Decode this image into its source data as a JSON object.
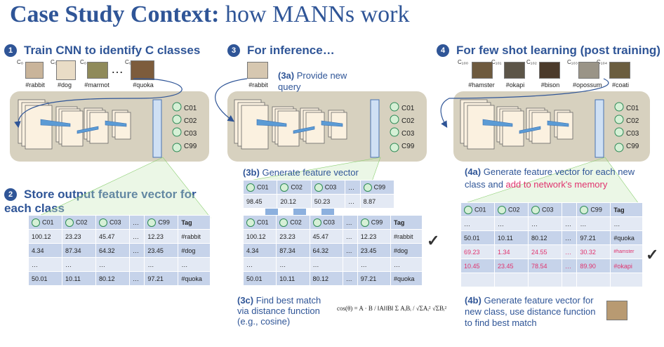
{
  "title": {
    "bold": "Case Study Context:",
    "rest": "how MANNs work"
  },
  "steps": {
    "s1": {
      "num": "1",
      "text": "Train CNN to identify C classes"
    },
    "s2": {
      "num": "2",
      "text": "Store output feature vector for each class"
    },
    "s3": {
      "num": "3",
      "text": "For inference…"
    },
    "s4": {
      "num": "4",
      "text": "For few shot learning (post training)"
    }
  },
  "panel1": {
    "class_top": [
      "C₀",
      "C₀",
      "C₀",
      "C₉"
    ],
    "dots": "…",
    "labels": [
      "#rabbit",
      "#dog",
      "#marmot",
      "#quoka"
    ],
    "outputs": [
      "C01",
      "C02",
      "C03",
      "…",
      "C99"
    ]
  },
  "panel2": {
    "label3a": "(3a)",
    "text3a": "Provide new query",
    "query_label": "#rabbit",
    "outputs": [
      "C01",
      "C02",
      "C03",
      "…",
      "C99"
    ]
  },
  "panel3": {
    "class_top": [
      "C₁₀₀",
      "C₁₀₁",
      "C₁₀₂",
      "C₁₀₃",
      "C₁₀₄"
    ],
    "labels": [
      "#hamster",
      "#okapi",
      "#bison",
      "#opossum",
      "#coati"
    ],
    "outputs": [
      "C01",
      "C02",
      "C03",
      "…",
      "C99"
    ]
  },
  "table_store": {
    "header": [
      "C01",
      "C02",
      "C03",
      "…",
      "C99",
      "Tag"
    ],
    "rows": [
      [
        "100.12",
        "23.23",
        "45.47",
        "…",
        "12.23",
        "#rabbit"
      ],
      [
        "4.34",
        "87.34",
        "64.32",
        "…",
        "23.45",
        "#dog"
      ],
      [
        "…",
        "…",
        "…",
        "",
        "…",
        "…"
      ],
      [
        "50.01",
        "10.11",
        "80.12",
        "…",
        "97.21",
        "#quoka"
      ]
    ]
  },
  "feature_vector": {
    "label": "(3b)",
    "text": "Generate feature vector",
    "header": [
      "C01",
      "C02",
      "C03",
      "…",
      "C99"
    ],
    "values": [
      "98.45",
      "20.12",
      "50.23",
      "…",
      "8.87"
    ]
  },
  "table_match": {
    "header": [
      "C01",
      "C02",
      "C03",
      "…",
      "C99",
      "Tag"
    ],
    "rows": [
      [
        "100.12",
        "23.23",
        "45.47",
        "…",
        "12.23",
        "#rabbit"
      ],
      [
        "4.34",
        "87.34",
        "64.32",
        "…",
        "23.45",
        "#dog"
      ],
      [
        "…",
        "…",
        "…",
        "",
        "…",
        "…"
      ],
      [
        "50.01",
        "10.11",
        "80.12",
        "…",
        "97.21",
        "#quoka"
      ]
    ]
  },
  "step3c": {
    "label": "(3c)",
    "text": "Find best match via distance function (e.g., cosine)"
  },
  "step4a": {
    "label": "(4a)",
    "text1": "Generate feature vector for each new class and",
    "text2": "add to network's memory"
  },
  "table_memory": {
    "header": [
      "C01",
      "C02",
      "C03",
      "",
      "C99",
      "Tag"
    ],
    "rows": [
      [
        "…",
        "…",
        "…",
        "…",
        "…",
        "…"
      ],
      [
        "50.01",
        "10.11",
        "80.12",
        "…",
        "97.21",
        "#quoka"
      ],
      [
        "69.23",
        "1.34",
        "24.55",
        "…",
        "30.32",
        "#hamster"
      ],
      [
        "10.45",
        "23.45",
        "78.54",
        "…",
        "89.90",
        "#okapi"
      ],
      [
        "",
        "",
        "",
        "",
        "",
        ""
      ]
    ]
  },
  "step4b": {
    "label": "(4b)",
    "text": "Generate feature vector for new class, use distance function to find best match"
  },
  "formula": {
    "lhs": "cos(θ) =",
    "mid": "A · B / ‖A‖‖B‖",
    "rhs": "Σ AᵢBᵢ / √ΣAᵢ² √ΣBᵢ²"
  },
  "check": "✓"
}
